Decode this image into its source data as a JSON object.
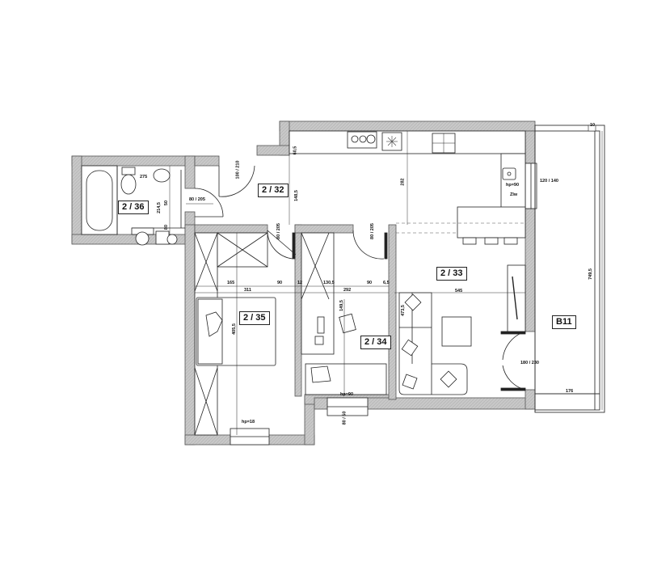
{
  "plan": {
    "rooms": [
      {
        "id": "2/36",
        "label": "2 / 36",
        "type": "bathroom"
      },
      {
        "id": "2/32",
        "label": "2 / 32",
        "type": "hall"
      },
      {
        "id": "2/33",
        "label": "2 / 33",
        "type": "living-kitchen"
      },
      {
        "id": "2/34",
        "label": "2 / 34",
        "type": "bedroom"
      },
      {
        "id": "2/35",
        "label": "2 / 35",
        "type": "bedroom"
      },
      {
        "id": "B11",
        "label": "B11",
        "type": "balcony"
      }
    ],
    "dimensions": {
      "bath_toilet_width": "275",
      "bath_depth": "214,5",
      "bath_inner_1": "50",
      "bath_inner_2": "80",
      "bath_door": "80 / 205",
      "entry_door": "100 / 210",
      "hall_kitchen_depth": "60,5",
      "hall_depth": "148,5",
      "kitchen_depth": "282",
      "door_2_35": "80 / 205",
      "door_2_34": "80 / 205",
      "r35_wardrobe": "165",
      "r35_door_run": "90",
      "r35_gap": "12",
      "r35_width": "311",
      "r34_wardrobe": "130,5",
      "r34_door_run": "90",
      "r34_gap": "6,5",
      "r34_width": "292",
      "r35_depth": "405,5",
      "r34_depth": "149,5",
      "living_width": "545",
      "living_sofa_depth": "473,5",
      "window_kitchen": "120 / 140",
      "window_kitchen_sill": "hp=90",
      "kitchen_unit": "Zlw",
      "balcony_door": "180 / 230",
      "balcony_width": "176",
      "balcony_length": "749,5",
      "balcony_top": "10",
      "window_2_35_sill": "hp=18",
      "window_2_34_sill": "hp=90",
      "window_2_34": "80 / 50"
    },
    "colors": {
      "wall_fill": "#c4c4c4",
      "wall_stroke": "#555555",
      "line": "#222222",
      "background": "#ffffff"
    }
  }
}
